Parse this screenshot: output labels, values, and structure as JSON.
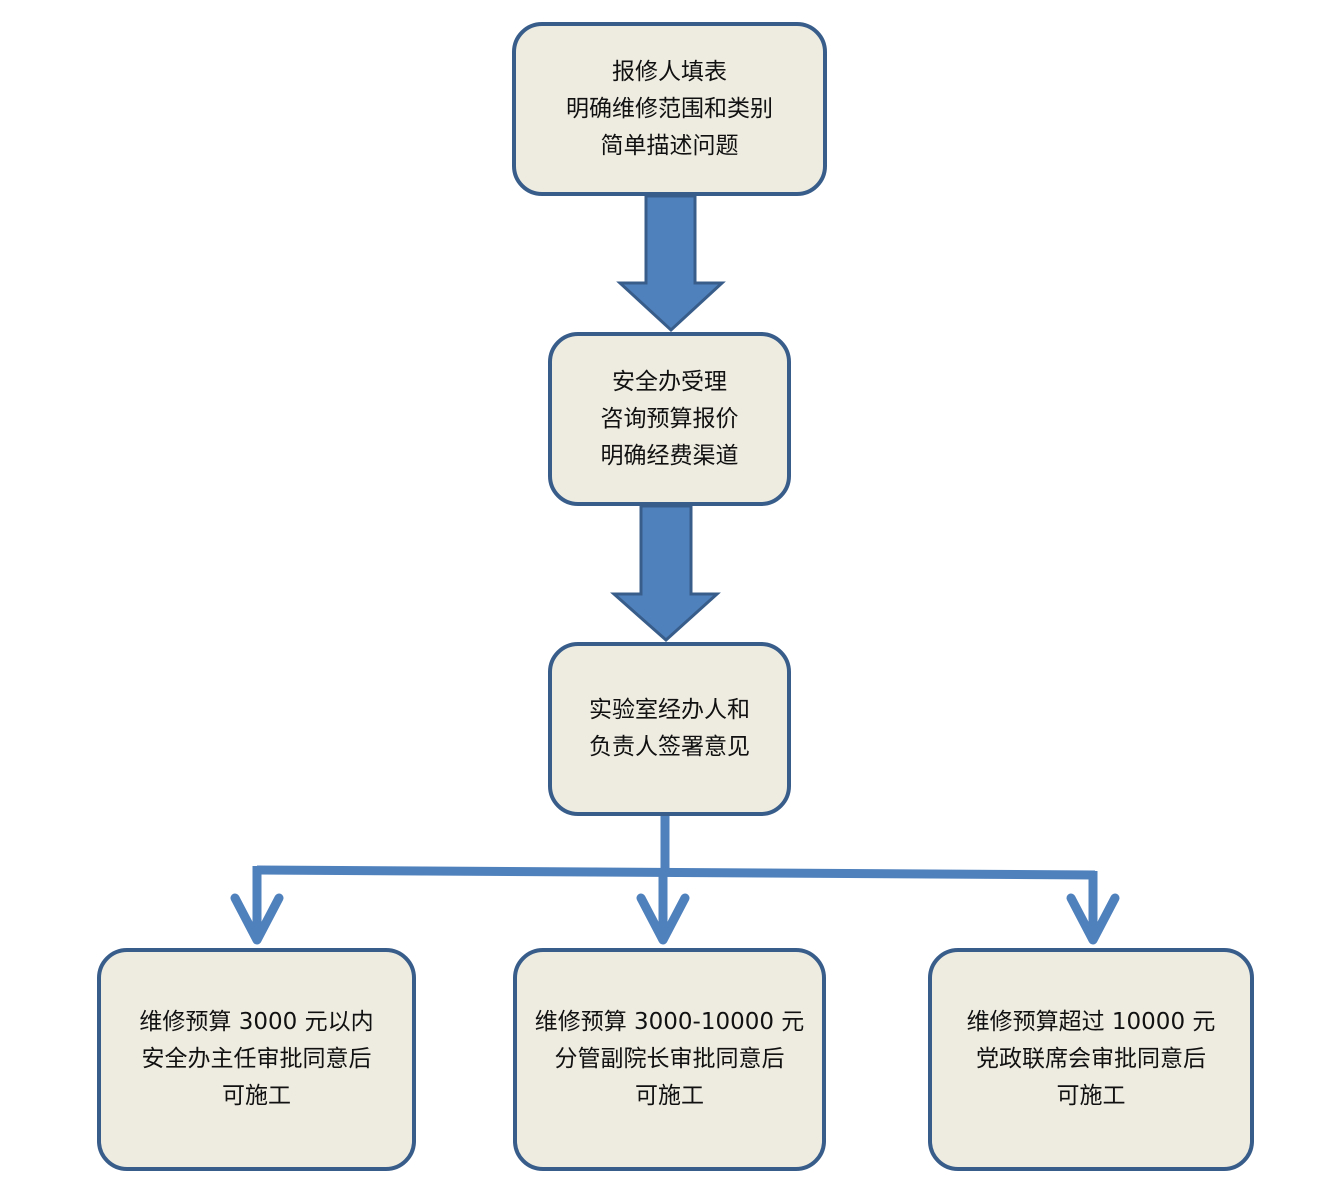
{
  "nodes": {
    "report_form": {
      "lines": [
        "报修人填表",
        "明确维修范围和类别",
        "简单描述问题"
      ]
    },
    "safety_office": {
      "lines": [
        "安全办受理",
        "咨询预算报价",
        "明确经费渠道"
      ]
    },
    "lab_signoff": {
      "lines": [
        "实验室经办人和",
        "负责人签署意见"
      ]
    },
    "branch_under_3000": {
      "lines": [
        "维修预算 3000 元以内",
        "安全办主任审批同意后",
        "可施工"
      ]
    },
    "branch_3000_10000": {
      "lines": [
        "维修预算 3000-10000 元",
        "分管副院长审批同意后",
        "可施工"
      ]
    },
    "branch_over_10000": {
      "lines": [
        "维修预算超过 10000 元",
        "党政联席会审批同意后",
        "可施工"
      ]
    }
  },
  "colors": {
    "box_fill": "#eeece1",
    "box_border": "#385d8a",
    "arrow": "#4f81bd"
  }
}
